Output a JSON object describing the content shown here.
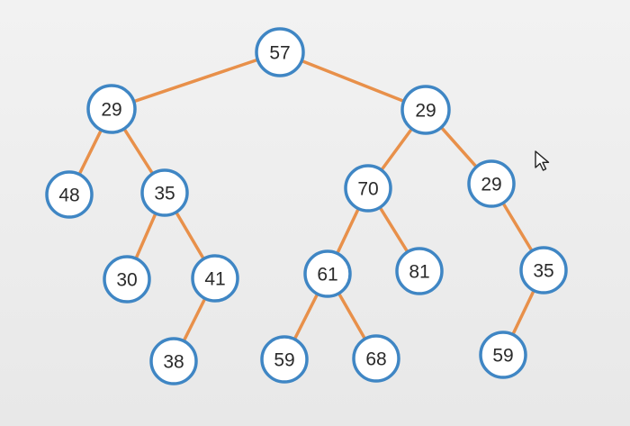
{
  "tree": {
    "colors": {
      "edge": "#e8904a",
      "node_border": "#3f86c4",
      "node_fill": "#ffffff",
      "text": "#2a2a2a"
    },
    "nodes": [
      {
        "id": "n57",
        "label": "57"
      },
      {
        "id": "n29a",
        "label": "29"
      },
      {
        "id": "n29b",
        "label": "29"
      },
      {
        "id": "n48",
        "label": "48"
      },
      {
        "id": "n35a",
        "label": "35"
      },
      {
        "id": "n70",
        "label": "70"
      },
      {
        "id": "n29c",
        "label": "29"
      },
      {
        "id": "n30",
        "label": "30"
      },
      {
        "id": "n41",
        "label": "41"
      },
      {
        "id": "n61",
        "label": "61"
      },
      {
        "id": "n81",
        "label": "81"
      },
      {
        "id": "n35b",
        "label": "35"
      },
      {
        "id": "n38",
        "label": "38"
      },
      {
        "id": "n59a",
        "label": "59"
      },
      {
        "id": "n68",
        "label": "68"
      },
      {
        "id": "n59b",
        "label": "59"
      }
    ],
    "edges": [
      [
        "n57",
        "n29a"
      ],
      [
        "n57",
        "n29b"
      ],
      [
        "n29a",
        "n48"
      ],
      [
        "n29a",
        "n35a"
      ],
      [
        "n35a",
        "n30"
      ],
      [
        "n35a",
        "n41"
      ],
      [
        "n41",
        "n38"
      ],
      [
        "n29b",
        "n70"
      ],
      [
        "n29b",
        "n29c"
      ],
      [
        "n70",
        "n61"
      ],
      [
        "n70",
        "n81"
      ],
      [
        "n61",
        "n59a"
      ],
      [
        "n61",
        "n68"
      ],
      [
        "n29c",
        "n35b"
      ],
      [
        "n35b",
        "n59b"
      ]
    ]
  },
  "cursor": {
    "icon": "mouse-pointer-icon"
  }
}
